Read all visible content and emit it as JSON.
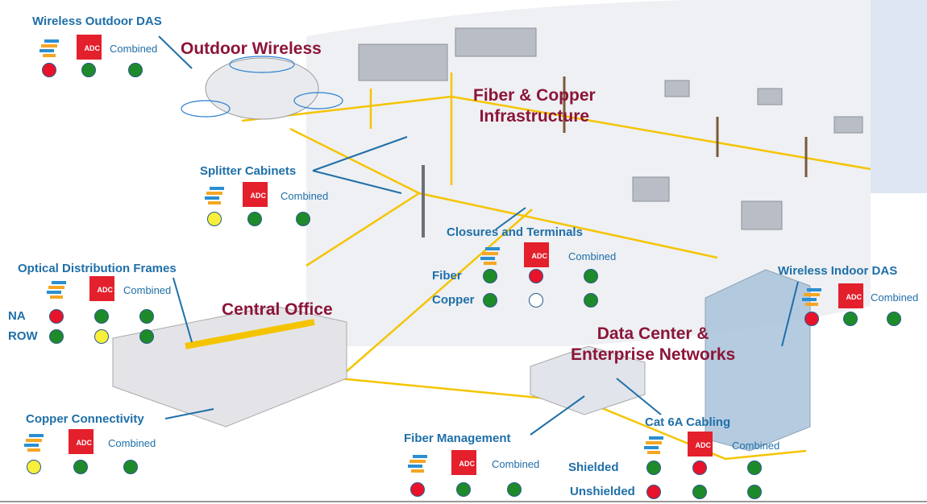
{
  "colors": {
    "green": "#1e8a2a",
    "red": "#e8132a",
    "yellow": "#f7ef3a",
    "none": "#ffffff",
    "title": "#1f6fa8",
    "heading": "#8c1538"
  },
  "headings": {
    "outdoor_wireless": "Outdoor Wireless",
    "fiber_copper_1": "Fiber & Copper",
    "fiber_copper_2": "Infrastructure",
    "central_office": "Central Office",
    "data_center_1": "Data Center &",
    "data_center_2": "Enterprise Networks"
  },
  "legend": {
    "adc": "ADC",
    "combined": "Combined"
  },
  "groups": [
    {
      "id": "wireless-outdoor-das",
      "title": "Wireless Outdoor DAS",
      "rows": [
        {
          "label": "",
          "status": [
            "red",
            "green",
            "green"
          ]
        }
      ]
    },
    {
      "id": "splitter-cabinets",
      "title": "Splitter Cabinets",
      "rows": [
        {
          "label": "",
          "status": [
            "yellow",
            "green",
            "green"
          ]
        }
      ]
    },
    {
      "id": "closures-terminals",
      "title": "Closures and Terminals",
      "rows": [
        {
          "label": "Fiber",
          "status": [
            "green",
            "red",
            "green"
          ]
        },
        {
          "label": "Copper",
          "status": [
            "green",
            "none",
            "green"
          ]
        }
      ]
    },
    {
      "id": "optical-distribution-frames",
      "title": "Optical Distribution Frames",
      "rows": [
        {
          "label": "NA",
          "status": [
            "red",
            "green",
            "green"
          ]
        },
        {
          "label": "ROW",
          "status": [
            "green",
            "yellow",
            "green"
          ]
        }
      ]
    },
    {
      "id": "wireless-indoor-das",
      "title": "Wireless Indoor DAS",
      "rows": [
        {
          "label": "",
          "status": [
            "red",
            "green",
            "green"
          ]
        }
      ]
    },
    {
      "id": "copper-connectivity",
      "title": "Copper Connectivity",
      "rows": [
        {
          "label": "",
          "status": [
            "yellow",
            "green",
            "green"
          ]
        }
      ]
    },
    {
      "id": "fiber-management",
      "title": "Fiber Management",
      "rows": [
        {
          "label": "",
          "status": [
            "red",
            "green",
            "green"
          ]
        }
      ]
    },
    {
      "id": "cat6a-cabling",
      "title": "Cat 6A Cabling",
      "rows": [
        {
          "label": "Shielded",
          "status": [
            "green",
            "red",
            "green"
          ]
        },
        {
          "label": "Unshielded",
          "status": [
            "red",
            "green",
            "green"
          ]
        }
      ]
    }
  ]
}
